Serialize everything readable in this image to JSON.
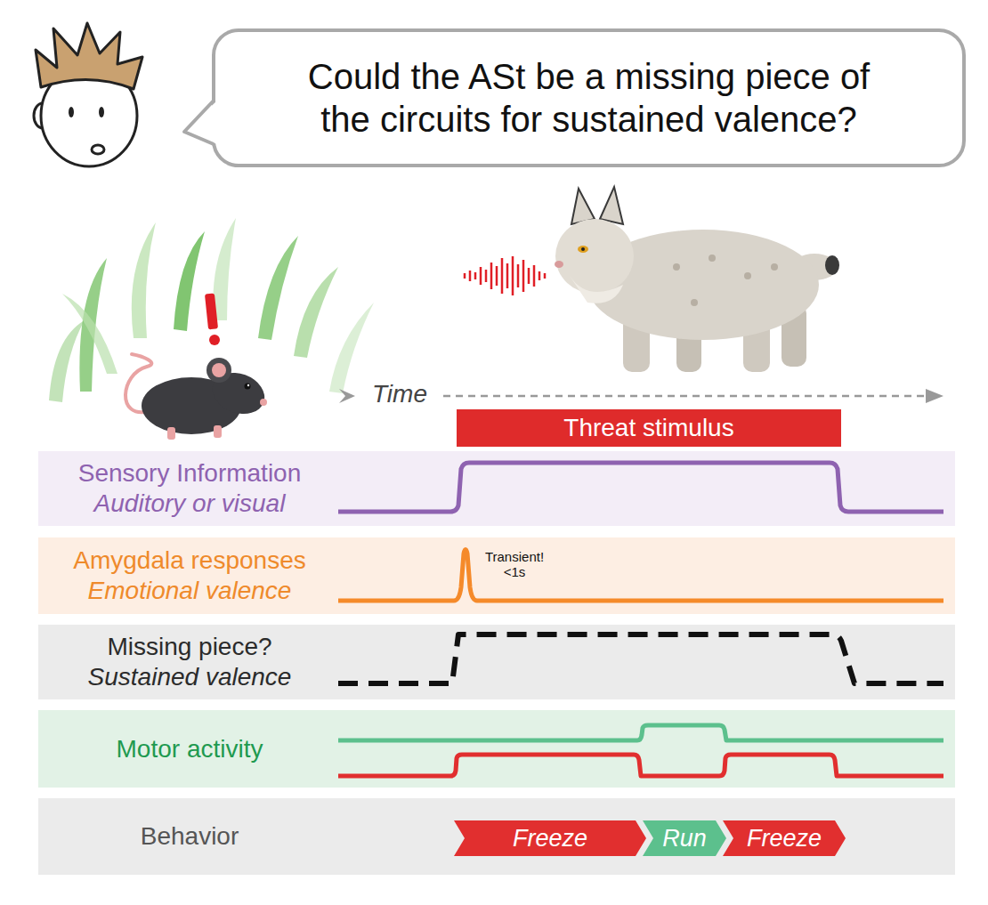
{
  "diagram": {
    "nodes": [
      {
        "text": [
          "Could the ASt be a missing piece of the circuits for sustained valence?"
        ]
      },
      {
        "text": [
          "Threat stimulus"
        ]
      },
      {
        "text": [
          "Sensory Information",
          "Auditory or visual"
        ]
      },
      {
        "text": [
          "Amygdala responses",
          "Emotional valence"
        ]
      },
      {
        "text": [
          "Missing piece?",
          "Sustained valence"
        ]
      },
      {
        "text": [
          "Motor activity"
        ]
      },
      {
        "text": [
          "Behavior"
        ]
      },
      {
        "text": [
          "Freeze"
        ],
        "in": 6
      },
      {
        "text": [
          "Run"
        ],
        "in": 6
      },
      {
        "text": [
          "Freeze"
        ],
        "in": 6
      }
    ],
    "labels": [
      "Time",
      "Transient! <1s"
    ]
  }
}
